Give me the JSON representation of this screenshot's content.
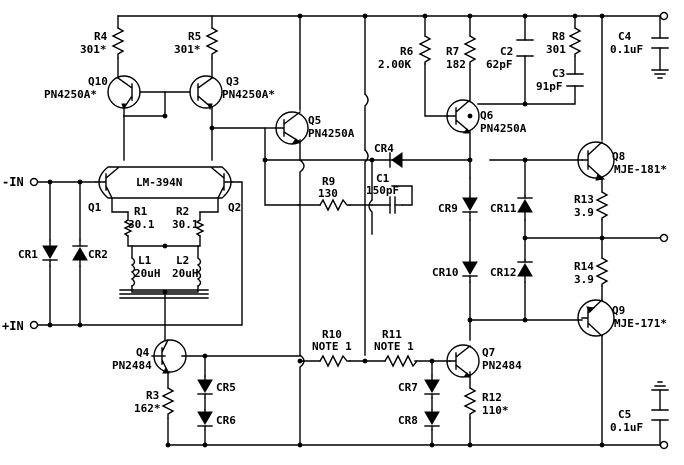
{
  "labels": {
    "in_neg": "-IN",
    "in_pos": "+IN",
    "lm394": "LM-394N",
    "q1": "Q1",
    "q2": "Q2",
    "q3": "Q3",
    "q3_part": "PN4250A*",
    "q4": "Q4",
    "q4_part": "PN2484",
    "q5": "Q5",
    "q5_part": "PN4250A",
    "q6": "Q6",
    "q6_part": "PN4250A",
    "q7": "Q7",
    "q7_part": "PN2484",
    "q8": "Q8",
    "q8_part": "MJE-181*",
    "q9": "Q9",
    "q9_part": "MJE-171*",
    "q10": "Q10",
    "q10_part": "PN4250A*",
    "r1": "R1",
    "r1_val": "30.1",
    "r2": "R2",
    "r2_val": "30.1",
    "r3": "R3",
    "r3_val": "162*",
    "r4": "R4",
    "r4_val": "301*",
    "r5": "R5",
    "r5_val": "301*",
    "r6": "R6",
    "r6_val": "2.00K",
    "r7": "R7",
    "r7_val": "182",
    "r8": "R8",
    "r8_val": "301",
    "r9": "R9",
    "r9_val": "130",
    "r10": "R10",
    "r10_val": "NOTE 1",
    "r11": "R11",
    "r11_val": "NOTE 1",
    "r12": "R12",
    "r12_val": "110*",
    "r13": "R13",
    "r13_val": "3.9",
    "r14": "R14",
    "r14_val": "3.9",
    "l1": "L1",
    "l1_val": "20uH",
    "l2": "L2",
    "l2_val": "20uH",
    "c1": "C1",
    "c1_val": "150pF",
    "c2": "C2",
    "c2_val": "62pF",
    "c3": "C3",
    "c3_val": "91pF",
    "c4": "C4",
    "c4_val": "0.1uF",
    "c5": "C5",
    "c5_val": "0.1uF",
    "cr1": "CR1",
    "cr2": "CR2",
    "cr4": "CR4",
    "cr5": "CR5",
    "cr6": "CR6",
    "cr7": "CR7",
    "cr8": "CR8",
    "cr9": "CR9",
    "cr10": "CR10",
    "cr11": "CR11",
    "cr12": "CR12"
  }
}
